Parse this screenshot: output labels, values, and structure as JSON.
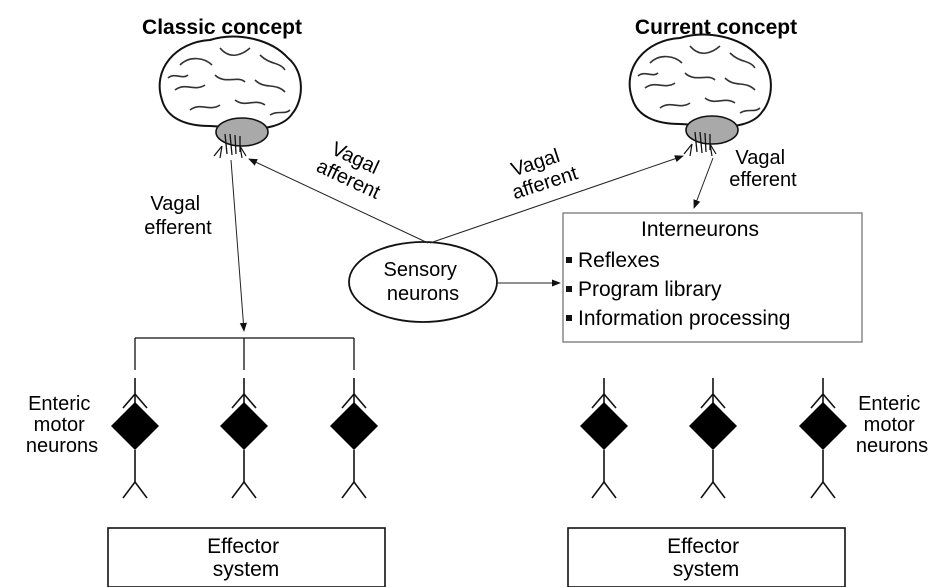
{
  "left_title": "Classic concept",
  "right_title": "Current concept",
  "vagal_afferent": [
    "Vagal",
    "afferent"
  ],
  "vagal_efferent": [
    "Vagal",
    "efferent"
  ],
  "sensory_neurons": [
    "Sensory",
    "neurons"
  ],
  "interneurons": {
    "title": "Interneurons",
    "items": [
      "Reflexes",
      "Program library",
      "Information processing"
    ]
  },
  "enteric_motor_neurons": [
    "Enteric",
    "motor",
    "neurons"
  ],
  "effector_system": [
    "Effector",
    "system"
  ],
  "icons": {
    "brain": "brain-icon",
    "neuron": "neuron-diamond-icon"
  },
  "colors": {
    "line": "#111111",
    "neuron_fill": "#000000",
    "cerebellum": "#a9a9a9",
    "box_border": "#777777"
  }
}
